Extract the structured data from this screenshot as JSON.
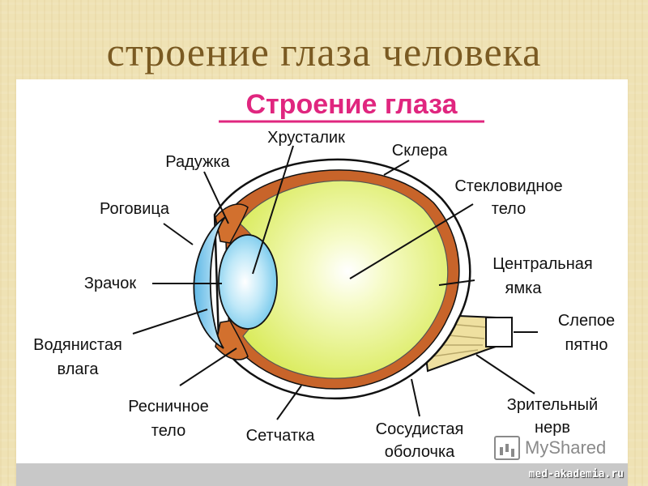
{
  "slide": {
    "title": "строение глаза человека",
    "heading": "Строение глаза",
    "site": "med-akademia.ru",
    "watermark": "MyShared"
  },
  "labels": {
    "lens": "Хрусталик",
    "iris": "Радужка",
    "sclera": "Склера",
    "cornea": "Роговица",
    "vitreous_1": "Стекловидное",
    "vitreous_2": "тело",
    "pupil": "Зрачок",
    "fovea_1": "Центральная",
    "fovea_2": "ямка",
    "blind_spot_1": "Слепое",
    "blind_spot_2": "пятно",
    "aqueous_1": "Водянистая",
    "aqueous_2": "влага",
    "ciliary_1": "Ресничное",
    "ciliary_2": "тело",
    "retina": "Сетчатка",
    "choroid_1": "Сосудистая",
    "choroid_2": "оболочка",
    "optic_nerve_1": "Зрительный",
    "optic_nerve_2": "нерв"
  },
  "colors": {
    "heading": "#e0267f",
    "vitreous": "#dfee66",
    "choroid": "#c8642a",
    "lens": "#8fd4ee",
    "optic_nerve": "#efe0a0"
  }
}
